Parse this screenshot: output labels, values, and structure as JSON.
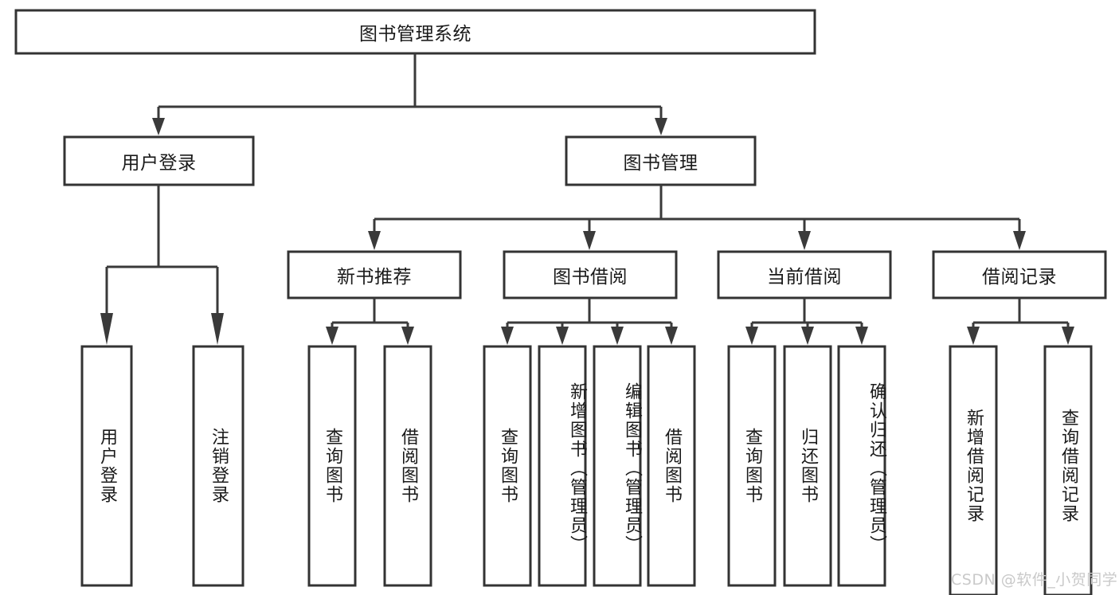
{
  "diagram": {
    "title": "图书管理系统",
    "type": "tree-hierarchy-diagram",
    "colors": {
      "box_stroke": "#333333",
      "box_fill": "#ffffff",
      "line": "#3a3a3a",
      "text": "#1a1a1a",
      "watermark": "#c9c9c9",
      "background": "#ffffff"
    },
    "root": {
      "label": "图书管理系统"
    },
    "level2": [
      {
        "label": "用户登录"
      },
      {
        "label": "图书管理"
      }
    ],
    "level3": [
      {
        "label": "新书推荐"
      },
      {
        "label": "图书借阅"
      },
      {
        "label": "当前借阅"
      },
      {
        "label": "借阅记录"
      }
    ],
    "leaves": {
      "user_login": [
        {
          "label": "用户登录"
        },
        {
          "label": "注销登录"
        }
      ],
      "new_book_recommend": [
        {
          "label": "查询图书"
        },
        {
          "label": "借阅图书"
        }
      ],
      "book_borrow": [
        {
          "label": "查询图书"
        },
        {
          "label": "新增图书（管理员）"
        },
        {
          "label": "编辑图书（管理员）"
        },
        {
          "label": "借阅图书"
        }
      ],
      "current_borrow": [
        {
          "label": "查询图书"
        },
        {
          "label": "归还图书"
        },
        {
          "label": "确认归还（管理员）"
        }
      ],
      "borrow_record": [
        {
          "label": "新增借阅记录"
        },
        {
          "label": "查询借阅记录"
        }
      ]
    },
    "watermark": "CSDN @软件_小贺同学"
  }
}
